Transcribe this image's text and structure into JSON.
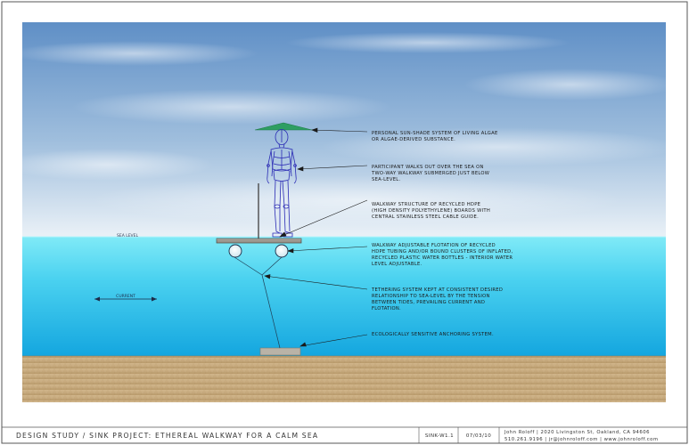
{
  "labels": {
    "sea_level": "SEA LEVEL",
    "current": "CURRENT"
  },
  "callouts": [
    {
      "id": "sunshade",
      "lines": [
        "PERSONAL SUN-SHADE SYSTEM OF LIVING ALGAE",
        "OR ALGAE-DERIVED SUBSTANCE."
      ]
    },
    {
      "id": "participant",
      "lines": [
        "PARTICIPANT WALKS OUT OVER THE SEA ON",
        "TWO-WAY WALKWAY SUBMERGED JUST BELOW",
        "SEA-LEVEL."
      ]
    },
    {
      "id": "structure",
      "lines": [
        "WALKWAY STRUCTURE OF RECYCLED HDPE",
        "(HIGH DENSITY POLYETHYLENE) BOARDS WITH",
        "CENTRAL STAINLESS STEEL CABLE GUIDE."
      ]
    },
    {
      "id": "flotation",
      "lines": [
        "WALKWAY ADJUSTABLE FLOTATION OF RECYCLED",
        "HDPE TUBING AND/OR BOUND CLUSTERS OF INFLATED,",
        "RECYCLED PLASTIC WATER BOTTLES - INTERIOR WATER",
        "LEVEL ADJUSTABLE."
      ]
    },
    {
      "id": "tethering",
      "lines": [
        "TETHERING SYSTEM KEPT AT CONSISTENT DESIRED",
        "RELATIONSHIP TO SEA-LEVEL BY THE TENSION",
        "BETWEEN TIDES, PREVAILING CURRENT AND",
        "FLOTATION."
      ]
    },
    {
      "id": "anchoring",
      "lines": [
        "ECOLOGICALLY SENSITIVE ANCHORING SYSTEM."
      ]
    }
  ],
  "title_block": {
    "title": "DESIGN STUDY / SINK PROJECT: ETHEREAL WALKWAY FOR A CALM SEA",
    "sheet": "SINK-W1.1",
    "date": "07/03/10",
    "contact_line1": "John Roloff | 2020 Livingston St, Oakland, CA 94606",
    "contact_line2": "510.261.9196 | jr@johnroloff.com | www.johnroloff.com"
  },
  "colors": {
    "sky_top": "#5f8fc6",
    "sky_bottom": "#eaf1f7",
    "sea_top": "#7ee8f6",
    "sea_bottom": "#16a9e0",
    "seabed": "#c7ab80",
    "umbrella": "#2e9e62",
    "figure": "#2a2ab4"
  }
}
